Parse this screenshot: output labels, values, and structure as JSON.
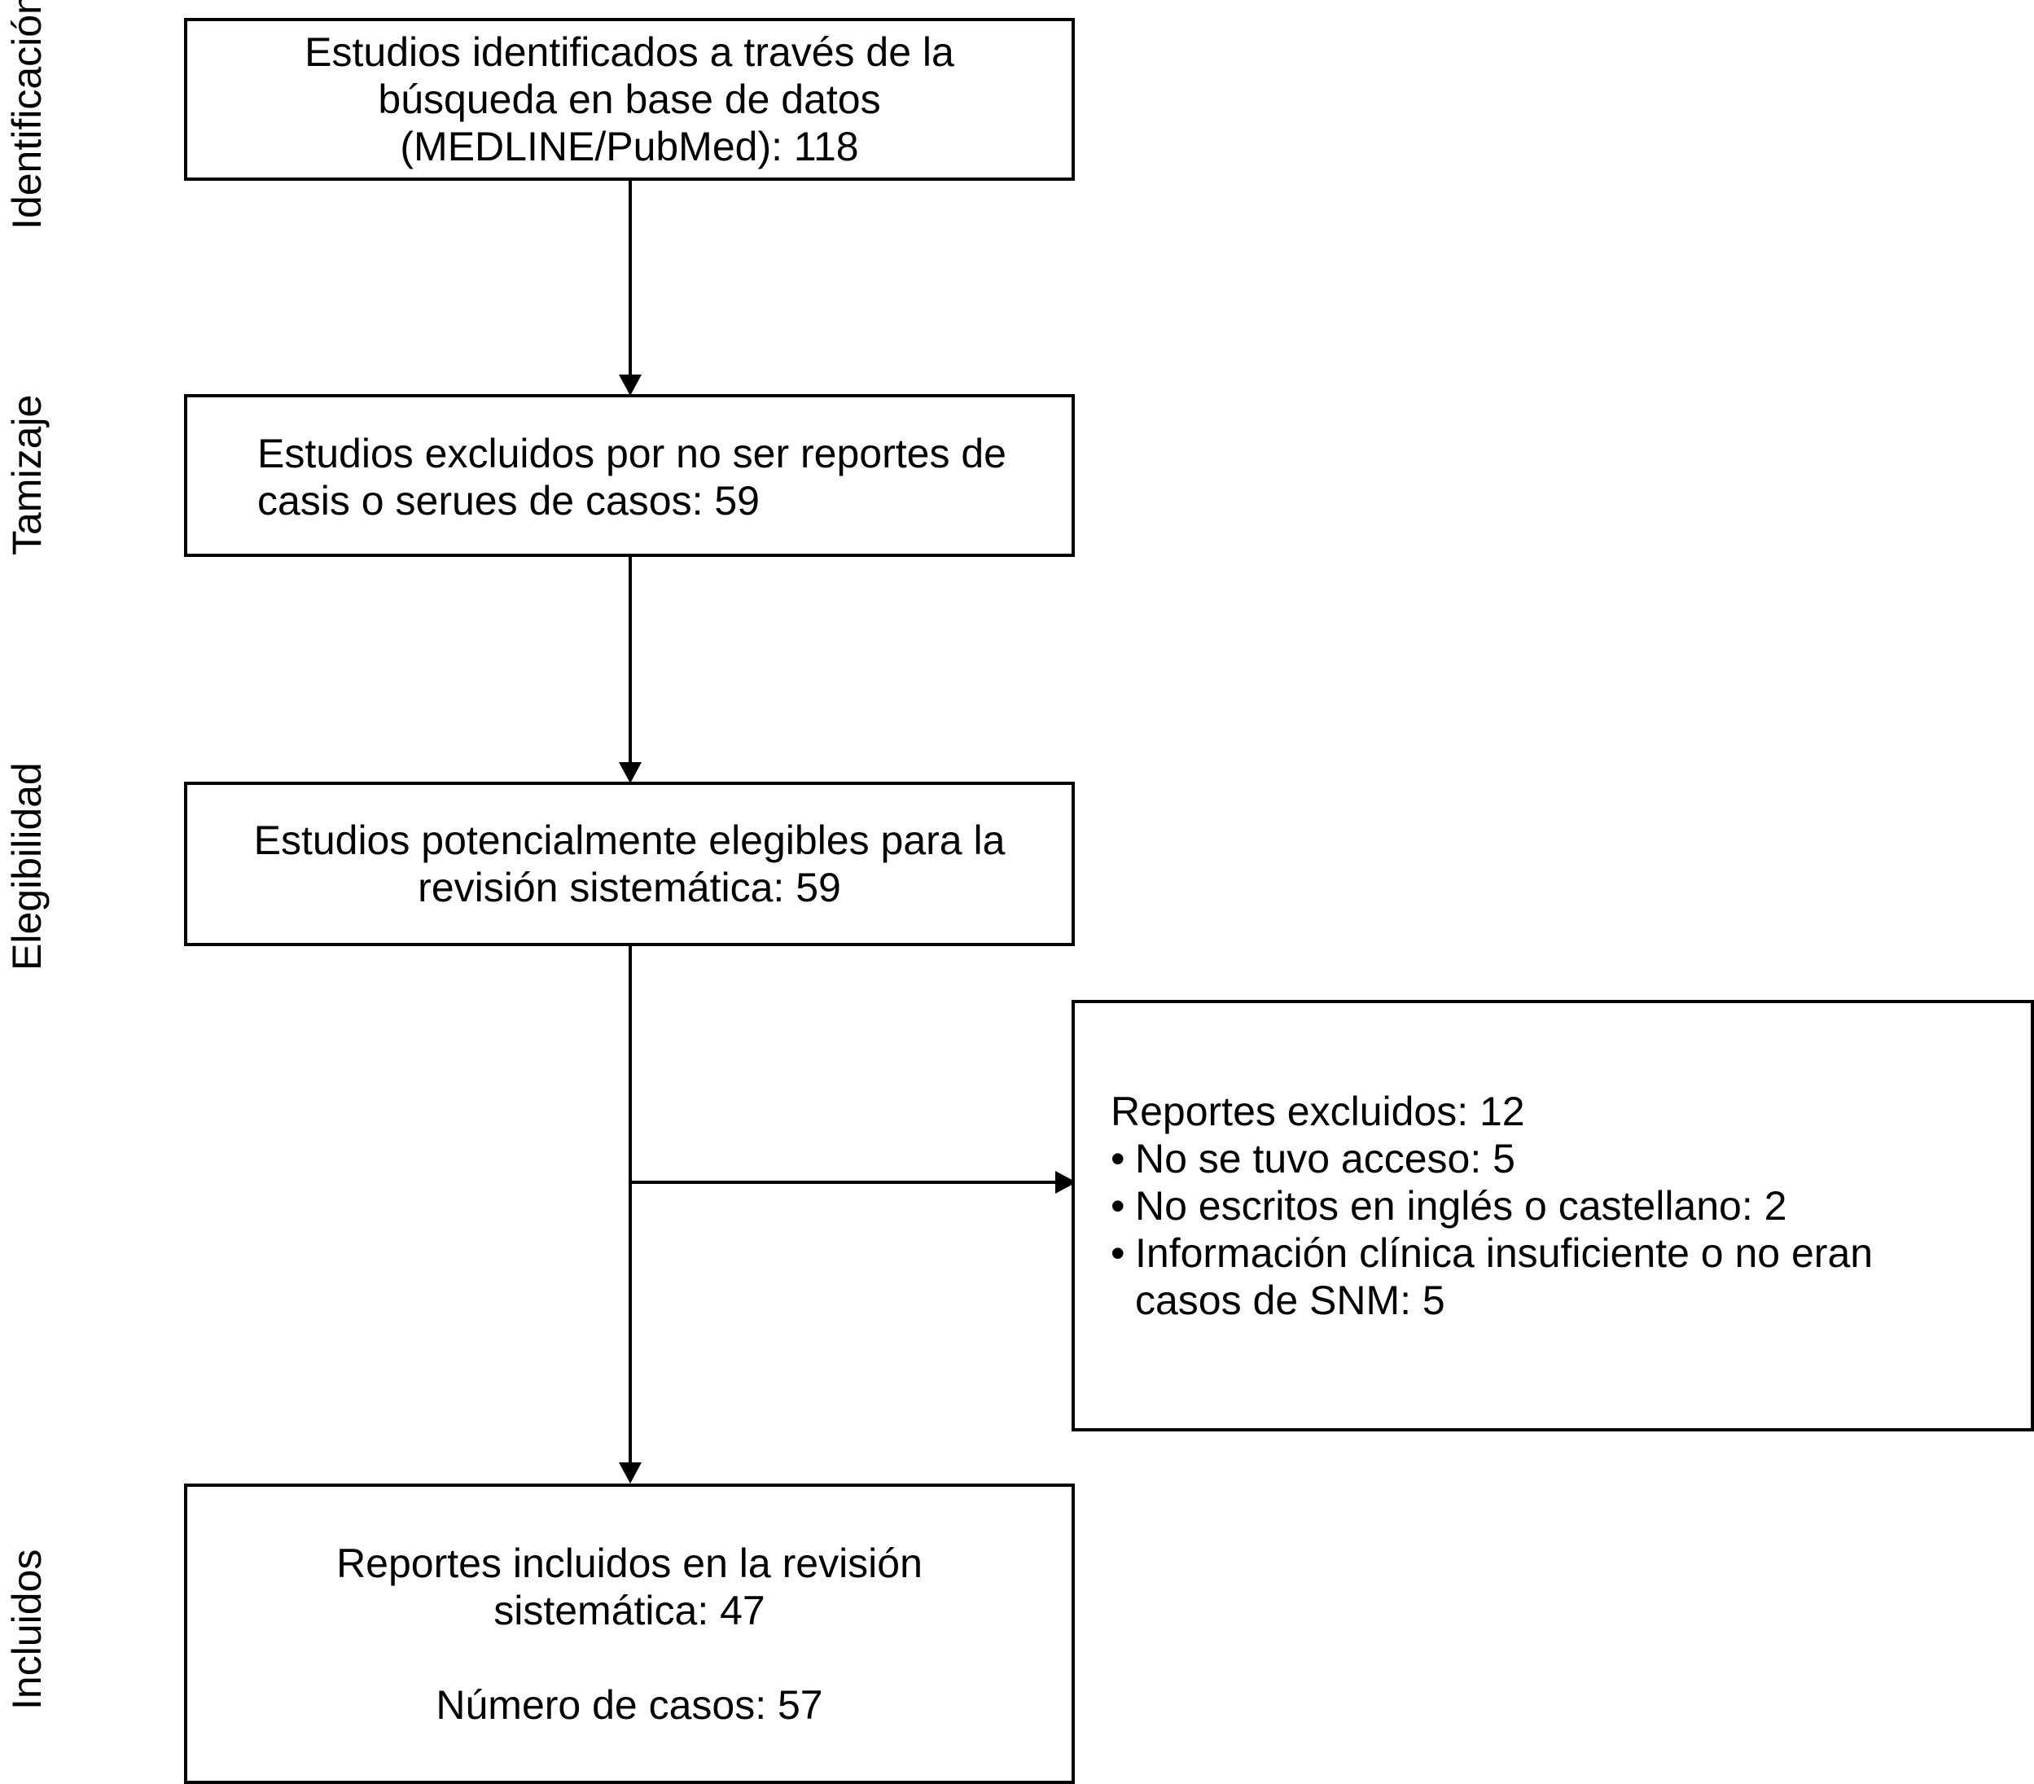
{
  "stages": {
    "identification": "Identificación",
    "screening": "Tamizaje",
    "eligibility": "Elegibilidad",
    "included": "Incluidos"
  },
  "boxes": {
    "identified": {
      "lines": [
        "Estudios identificados a través de la",
        "búsqueda en base de datos",
        "(MEDLINE/PubMed): 118"
      ]
    },
    "screening_excluded": {
      "lines": [
        "Estudios excluidos por no ser reportes de",
        "casis o serues de casos: 59"
      ]
    },
    "eligible": {
      "lines": [
        "Estudios potencialmente elegibles para la",
        "revisión sistemática: 59"
      ]
    },
    "reports_excluded": {
      "title": "Reportes excluidos: 12",
      "bullet": "•",
      "items": [
        "No se tuvo acceso: 5",
        "No escritos en inglés o castellano: 2",
        "Información clínica insuficiente o  no eran"
      ],
      "continuation": "casos de SNM: 5"
    },
    "included": {
      "lines": [
        "Reportes incluidos en la revisión",
        "sistemática: 47"
      ],
      "cases": "Número de casos: 57"
    }
  },
  "colors": {
    "stroke": "#000000",
    "background": "#ffffff"
  }
}
